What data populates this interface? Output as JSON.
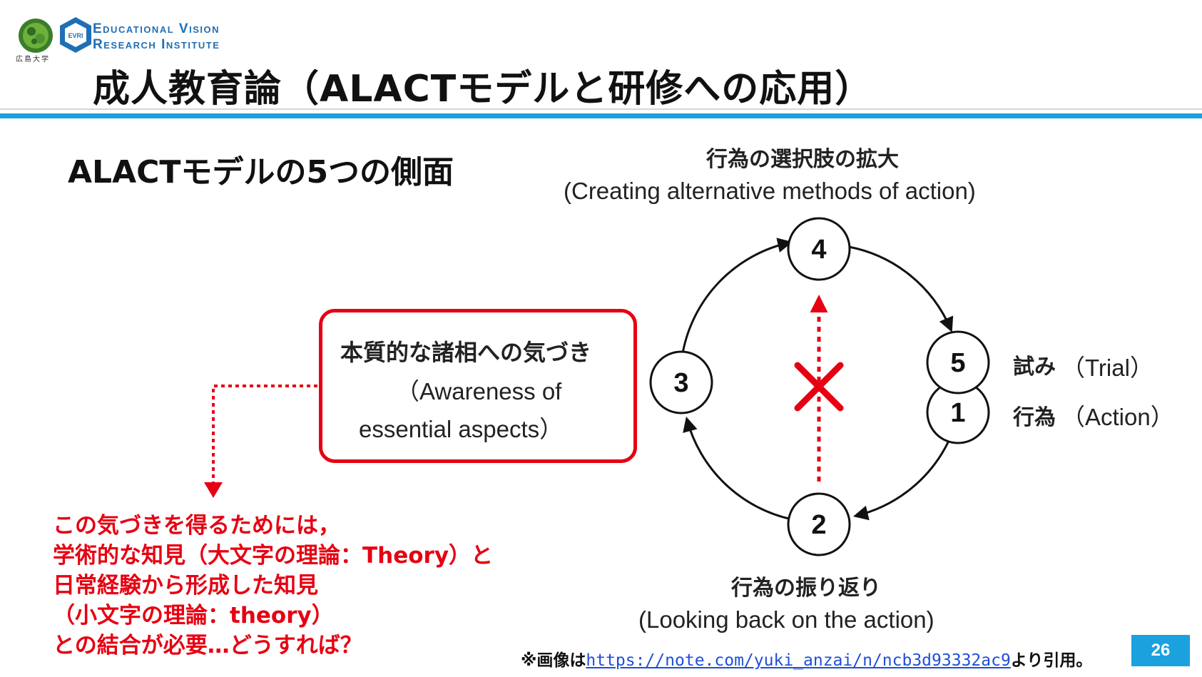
{
  "header": {
    "institute_line1": "Educational Vision",
    "institute_line2": "Research Institute",
    "university_name": "広島大学",
    "logo_badge_text": "EVRI",
    "title": "成人教育論（ALACTモデルと研修への応用）"
  },
  "subtitle": "ALACTモデルの5つの側面",
  "diagram": {
    "nodes": [
      {
        "number": "1",
        "label_jp": "行為",
        "label_en": "（Action）"
      },
      {
        "number": "2",
        "label_jp": "行為の振り返り",
        "label_en": "(Looking back on the action)"
      },
      {
        "number": "3",
        "label_jp": "",
        "label_en": ""
      },
      {
        "number": "4",
        "label_jp": "行為の選択肢の拡大",
        "label_en": "(Creating alternative methods of action)"
      },
      {
        "number": "5",
        "label_jp": "試み",
        "label_en": "（Trial）"
      }
    ],
    "awareness": {
      "label_jp": "本質的な諸相への気づき",
      "label_en_line1": "（Awareness of",
      "label_en_line2": "essential aspects）"
    },
    "cross_mark": "✕",
    "colors": {
      "accent_red": "#e60012",
      "accent_blue": "#1aa1de",
      "circle_stroke": "#111111"
    }
  },
  "note": {
    "lines": [
      "この気づきを得るためには，",
      "学術的な知見（大文字の理論：Theory）と",
      "日常経験から形成した知見",
      "（小文字の理論：theory）",
      "との結合が必要…どうすれば？"
    ]
  },
  "citation": {
    "prefix": "※画像は",
    "link": "https://note.com/yuki_anzai/n/ncb3d93332ac9",
    "suffix": "より引用。"
  },
  "page_number": "26"
}
